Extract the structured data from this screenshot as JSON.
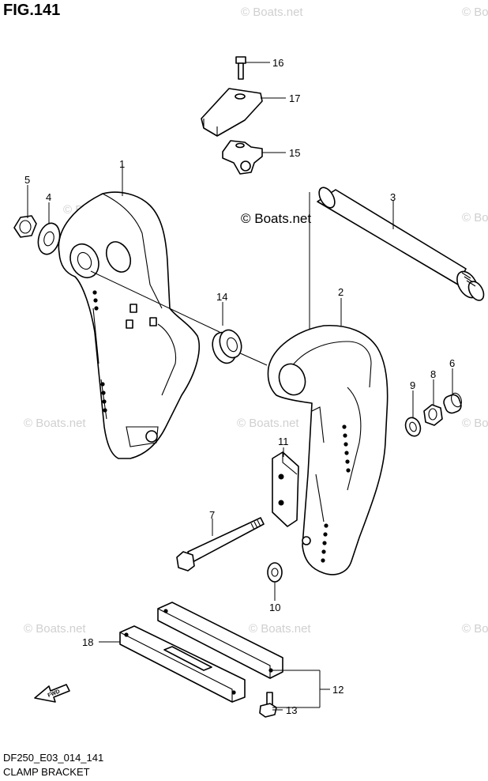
{
  "figure": {
    "title": "FIG.141"
  },
  "caption": {
    "code": "DF250_E03_014_141",
    "name": "CLAMP BRACKET"
  },
  "watermark": {
    "text": "© Boats.net"
  },
  "fwd_label": "FWD",
  "callouts": {
    "c1": "1",
    "c2": "2",
    "c3": "3",
    "c4": "4",
    "c5": "5",
    "c6": "6",
    "c7": "7",
    "c8": "8",
    "c9": "9",
    "c10": "10",
    "c11": "11",
    "c12": "12",
    "c13": "13",
    "c14": "14",
    "c15": "15",
    "c16": "16",
    "c17": "17",
    "c18": "18"
  }
}
